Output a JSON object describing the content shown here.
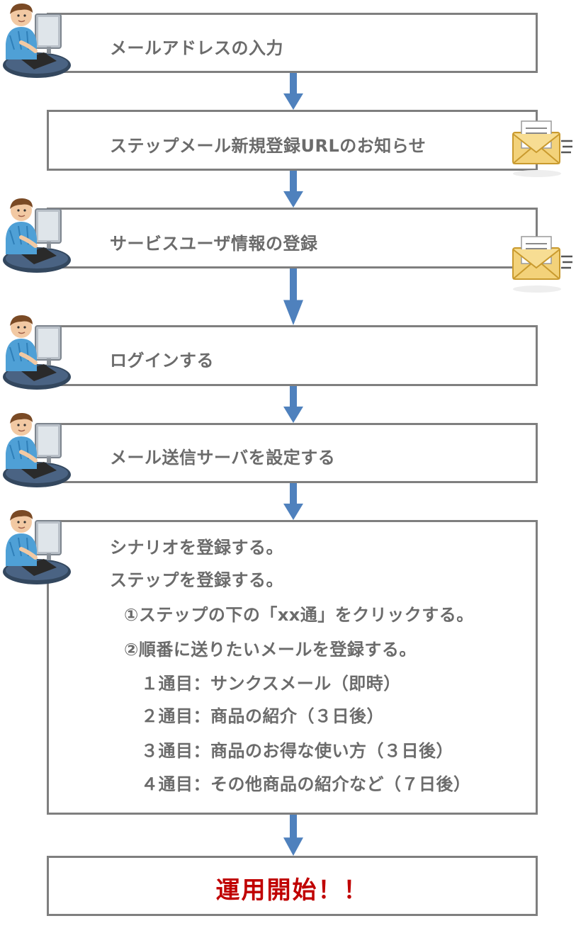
{
  "steps": [
    {
      "label": "メールアドレスの入力"
    },
    {
      "label": "ステップメール新規登録URLのお知らせ"
    },
    {
      "label": "サービスユーザ情報の登録"
    },
    {
      "label": "ログインする"
    },
    {
      "label": "メール送信サーバを設定する"
    }
  ],
  "detail": {
    "lines": [
      "シナリオを登録する。",
      "ステップを登録する。",
      "①ステップの下の「xx通」をクリックする。",
      "②順番に送りたいメールを登録する。",
      "１通目：サンクスメール（即時）",
      "２通目：商品の紹介（３日後）",
      "３通目：商品のお得な使い方（３日後）",
      "４通目：その他商品の紹介など（７日後）"
    ]
  },
  "final": {
    "label": "運用開始！！"
  },
  "colors": {
    "box_border": "#7f7f7f",
    "text": "#6b6b6b",
    "arrow": "#4f81bd",
    "final_text": "#c00000"
  },
  "icons": {
    "person": "person-at-computer-icon",
    "mail": "envelope-letter-icon"
  }
}
